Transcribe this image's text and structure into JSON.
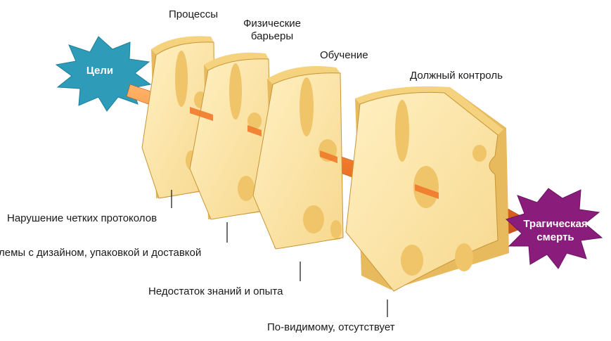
{
  "start": {
    "label": "Цели",
    "color": "#2e9bb8"
  },
  "end": {
    "line1": "Трагическая",
    "line2": "смерть",
    "color": "#8a1d7c"
  },
  "barriers_top": [
    {
      "label": "Процессы"
    },
    {
      "line1": "Физические",
      "line2": "барьеры"
    },
    {
      "label": "Обучение"
    },
    {
      "label": "Должный контроль"
    }
  ],
  "failures": [
    {
      "label": "Нарушение четких протоколов"
    },
    {
      "label": "лемы с дизайном, упаковкой и доставкой"
    },
    {
      "label": "Недостаток знаний и опыта"
    },
    {
      "label": "По-видимому, отсутствует"
    }
  ],
  "colors": {
    "cheese_face": "#fbe3a4",
    "cheese_side": "#e7ba5d",
    "cheese_edge": "#c89537",
    "hole": "#f0c468",
    "arrow": "#f0772a"
  }
}
